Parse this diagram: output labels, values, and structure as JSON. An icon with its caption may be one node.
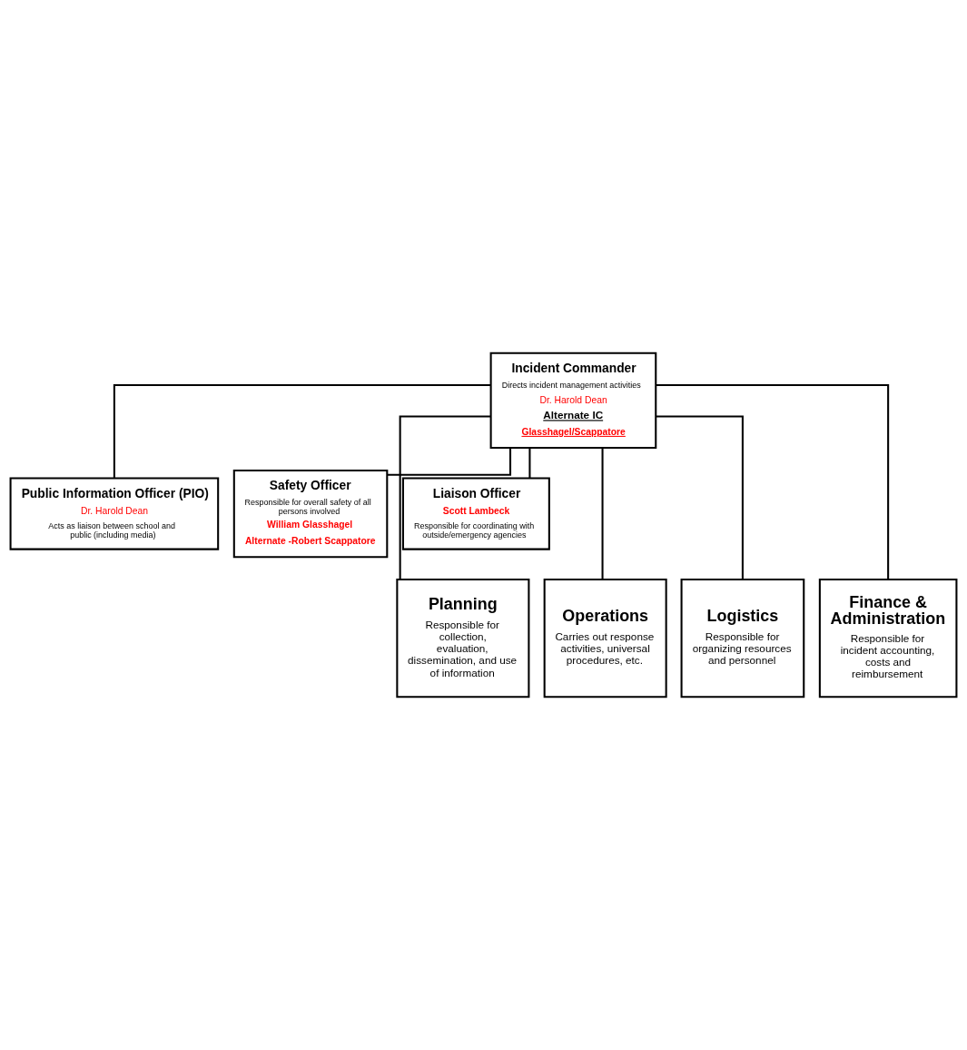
{
  "diagram": {
    "nodes": [
      {
        "text": [
          "Incident Commander",
          "Directs incident management activities",
          "Dr. Harold Dean",
          "Alternate IC",
          "Glasshagel/Scappatore"
        ]
      },
      {
        "text": [
          "Public Information Officer (PIO)",
          "Dr. Harold Dean",
          "Acts as liaison between school and public (including media)"
        ]
      },
      {
        "text": [
          "Safety Officer",
          "Responsible for overall safety of all persons involved",
          "William Glasshagel",
          "Alternate -Robert Scappatore"
        ]
      },
      {
        "text": [
          "Liaison Officer",
          "Scott Lambeck",
          "Responsible for coordinating with outside/emergency agencies"
        ]
      },
      {
        "text": [
          "Planning",
          "Responsible for collection, evaluation, dissemination, and use of information"
        ]
      },
      {
        "text": [
          "Operations",
          "Carries out response activities, universal procedures, etc."
        ]
      },
      {
        "text": [
          "Logistics",
          "Responsible for organizing resources and personnel"
        ]
      },
      {
        "text": [
          "Finance & Administration",
          "Responsible for incident accounting, costs and reimbursement"
        ]
      }
    ],
    "edges": [
      {
        "from": 0,
        "to": 1,
        "arrow": "none"
      },
      {
        "from": 0,
        "to": 2,
        "arrow": "none"
      },
      {
        "from": 0,
        "to": 3,
        "arrow": "none"
      },
      {
        "from": 0,
        "to": 4,
        "arrow": "none"
      },
      {
        "from": 0,
        "to": 5,
        "arrow": "none"
      },
      {
        "from": 0,
        "to": 6,
        "arrow": "none"
      },
      {
        "from": 0,
        "to": 7,
        "arrow": "none"
      }
    ]
  }
}
